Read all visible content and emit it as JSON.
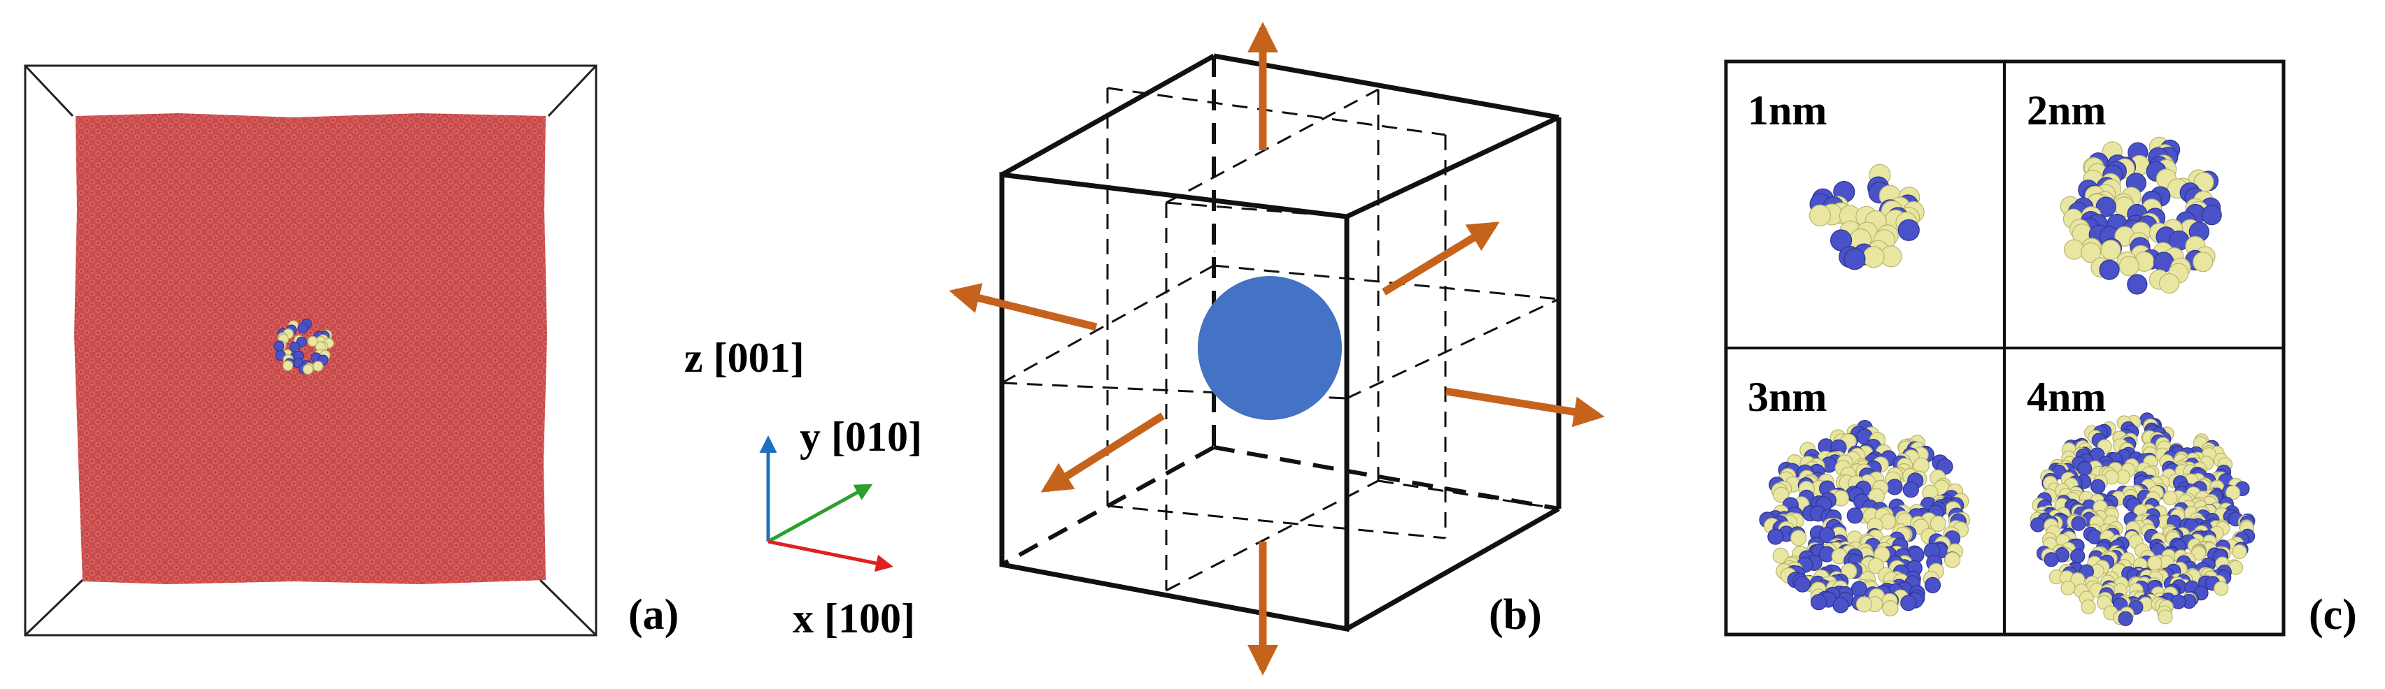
{
  "panel_a": {
    "label": "(a)",
    "matrix_color": "#c94c4c",
    "precipitate_colors": [
      "#4a52c9",
      "#e8e6a0"
    ]
  },
  "axes": {
    "z_label": "z [001]",
    "y_label": "y [010]",
    "x_label": "x [100]",
    "z_color": "#1f6fbf",
    "y_color": "#2aa02a",
    "x_color": "#e02020"
  },
  "panel_b": {
    "label": "(b)",
    "sphere_color": "#4472c4",
    "arrow_color": "#c5631c"
  },
  "panel_c": {
    "label": "(c)",
    "cells": [
      {
        "label": "1nm"
      },
      {
        "label": "2nm"
      },
      {
        "label": "3nm"
      },
      {
        "label": "4nm"
      }
    ],
    "atom_colors": [
      "#4a52c9",
      "#e8e6a0"
    ]
  }
}
